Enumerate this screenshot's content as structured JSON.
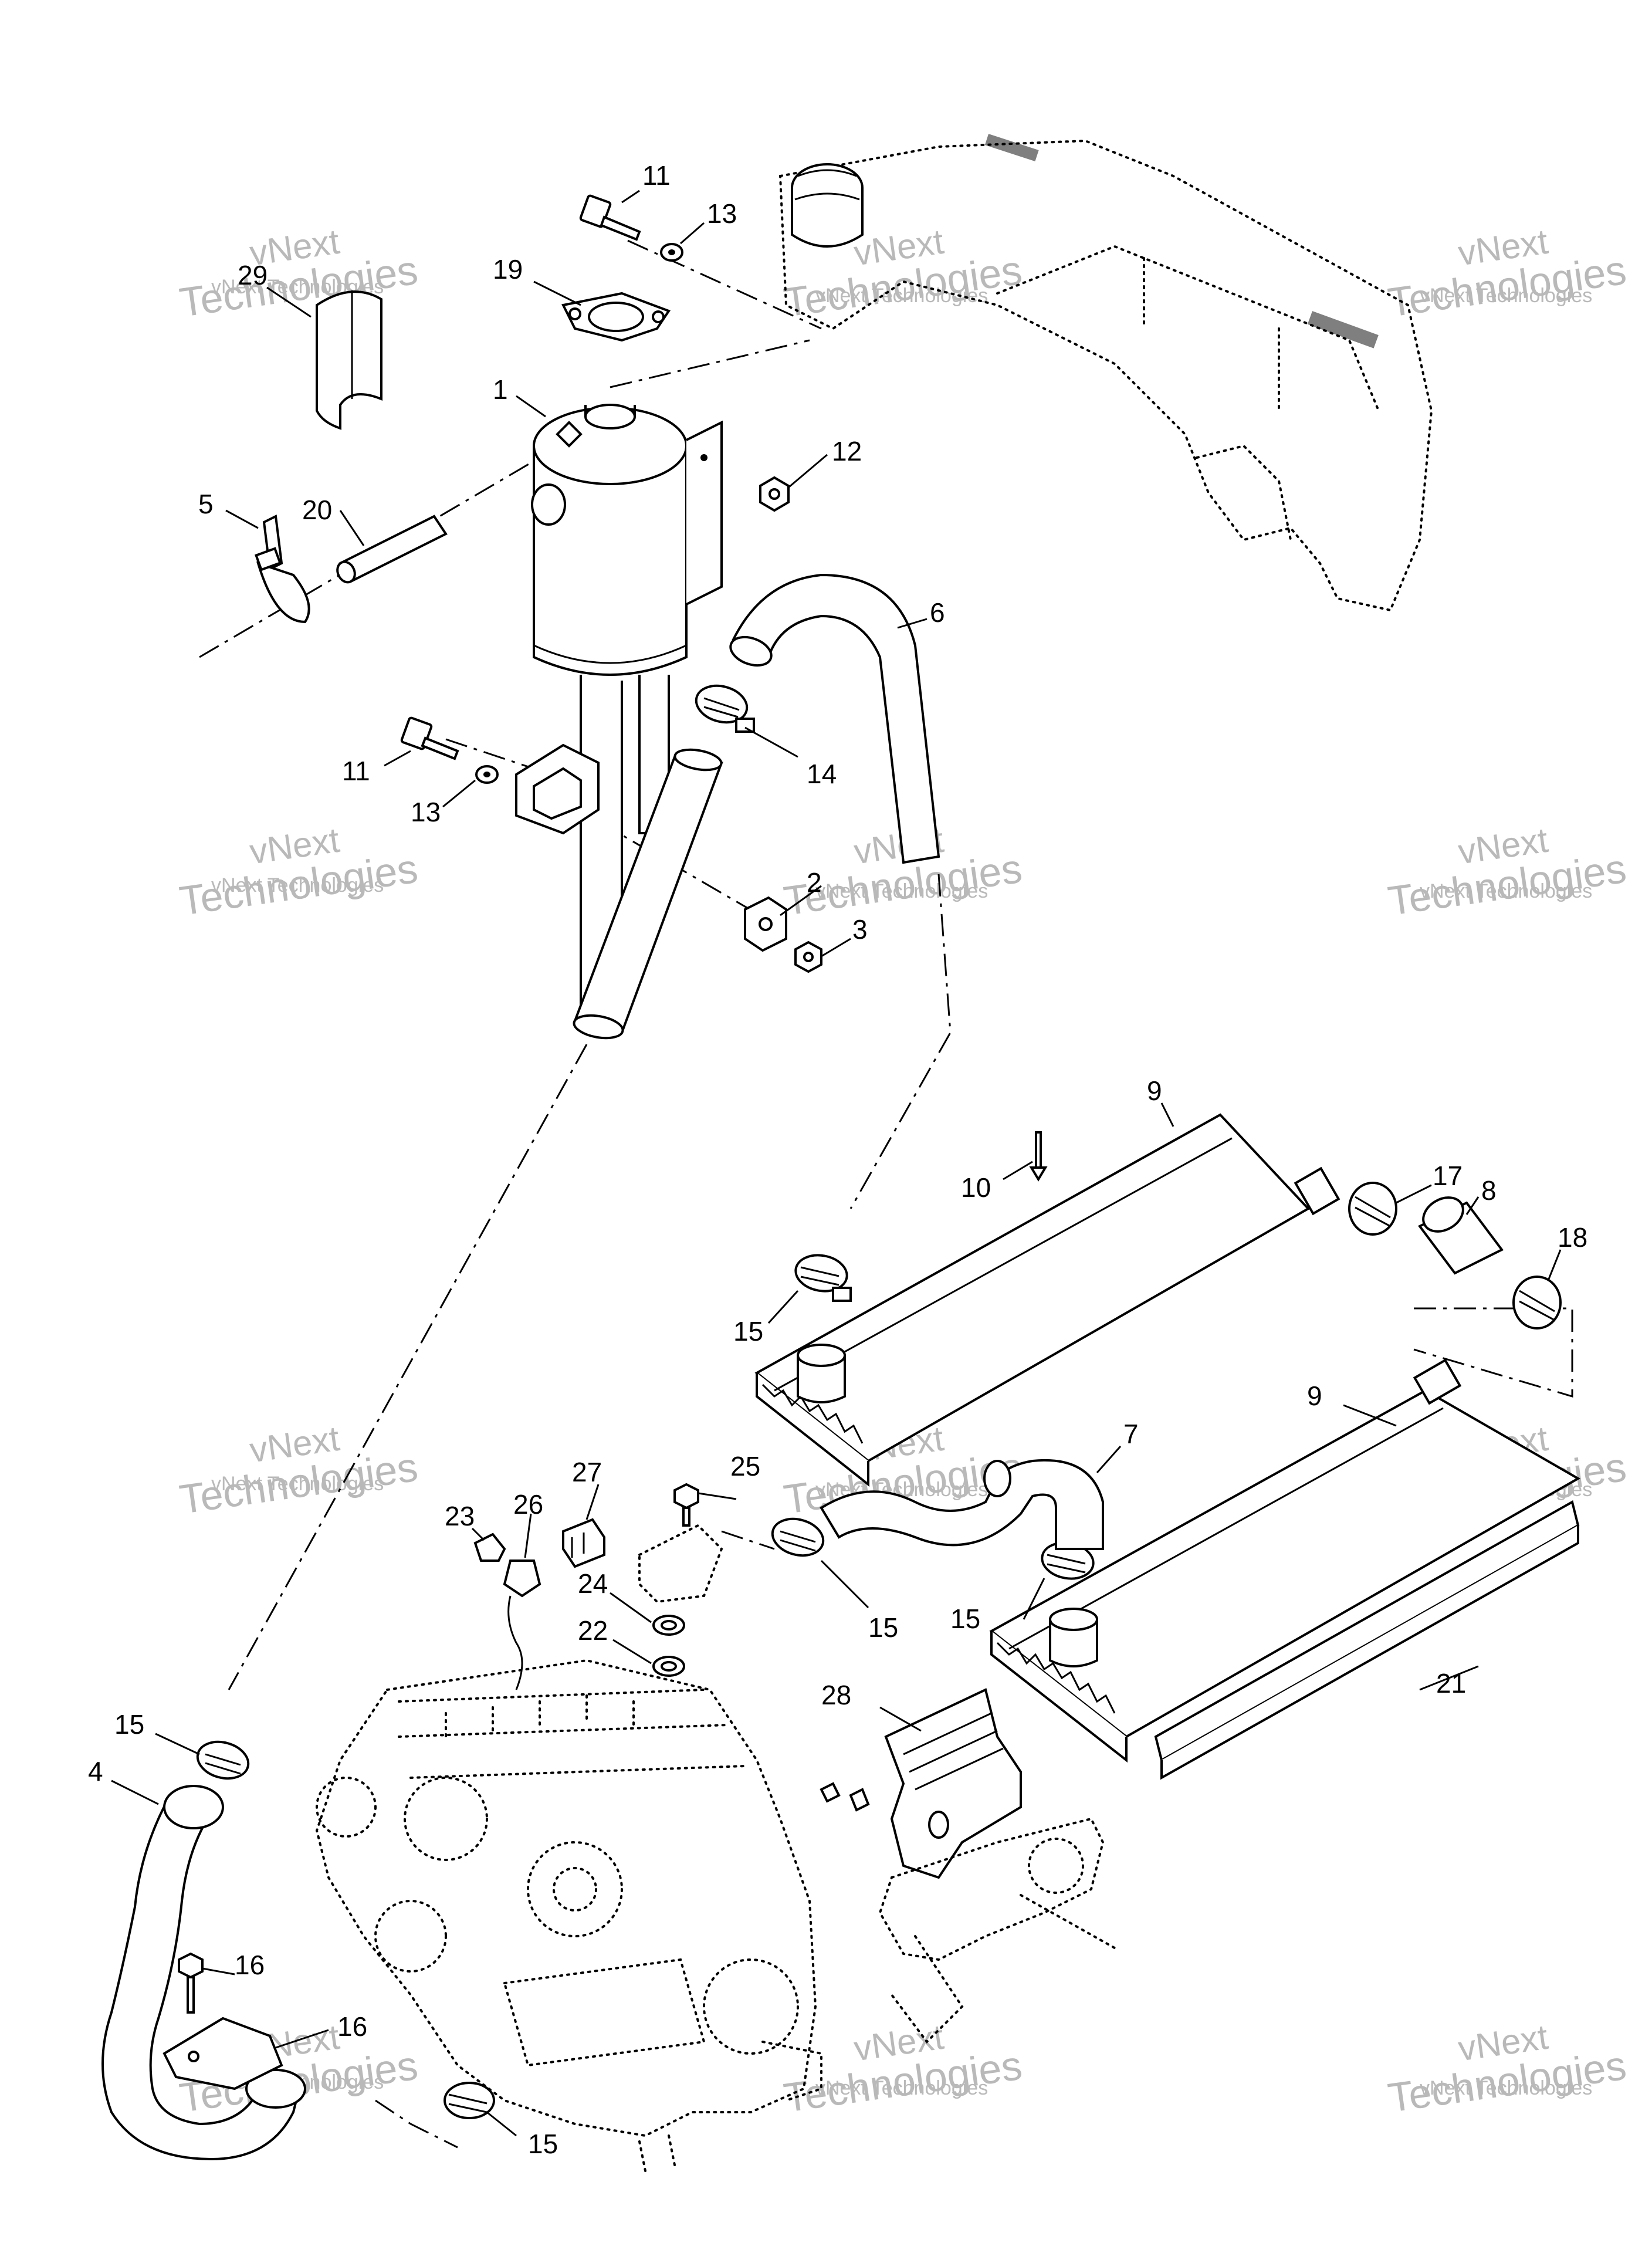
{
  "watermark": {
    "line1": "vNext",
    "line2": "Technologies",
    "line3": "vNext Technologies"
  },
  "callouts": [
    {
      "id": "c1",
      "text": "1"
    },
    {
      "id": "c2",
      "text": "2"
    },
    {
      "id": "c3",
      "text": "3"
    },
    {
      "id": "c4",
      "text": "4"
    },
    {
      "id": "c5",
      "text": "5"
    },
    {
      "id": "c6",
      "text": "6"
    },
    {
      "id": "c7",
      "text": "7"
    },
    {
      "id": "c8",
      "text": "8"
    },
    {
      "id": "c9a",
      "text": "9"
    },
    {
      "id": "c9b",
      "text": "9"
    },
    {
      "id": "c10",
      "text": "10"
    },
    {
      "id": "c11a",
      "text": "11"
    },
    {
      "id": "c11b",
      "text": "11"
    },
    {
      "id": "c12",
      "text": "12"
    },
    {
      "id": "c13a",
      "text": "13"
    },
    {
      "id": "c13b",
      "text": "13"
    },
    {
      "id": "c14",
      "text": "14"
    },
    {
      "id": "c15a",
      "text": "15"
    },
    {
      "id": "c15b",
      "text": "15"
    },
    {
      "id": "c15c",
      "text": "15"
    },
    {
      "id": "c15d",
      "text": "15"
    },
    {
      "id": "c15e",
      "text": "15"
    },
    {
      "id": "c16a",
      "text": "16"
    },
    {
      "id": "c16b",
      "text": "16"
    },
    {
      "id": "c17",
      "text": "17"
    },
    {
      "id": "c18",
      "text": "18"
    },
    {
      "id": "c19",
      "text": "19"
    },
    {
      "id": "c20",
      "text": "20"
    },
    {
      "id": "c21",
      "text": "21"
    },
    {
      "id": "c22",
      "text": "22"
    },
    {
      "id": "c23",
      "text": "23"
    },
    {
      "id": "c24",
      "text": "24"
    },
    {
      "id": "c25",
      "text": "25"
    },
    {
      "id": "c26",
      "text": "26"
    },
    {
      "id": "c27",
      "text": "27"
    },
    {
      "id": "c28",
      "text": "28"
    },
    {
      "id": "c29",
      "text": "29"
    }
  ],
  "colors": {
    "line": "#000000",
    "watermark": "#b9b9b9",
    "background": "#ffffff"
  }
}
